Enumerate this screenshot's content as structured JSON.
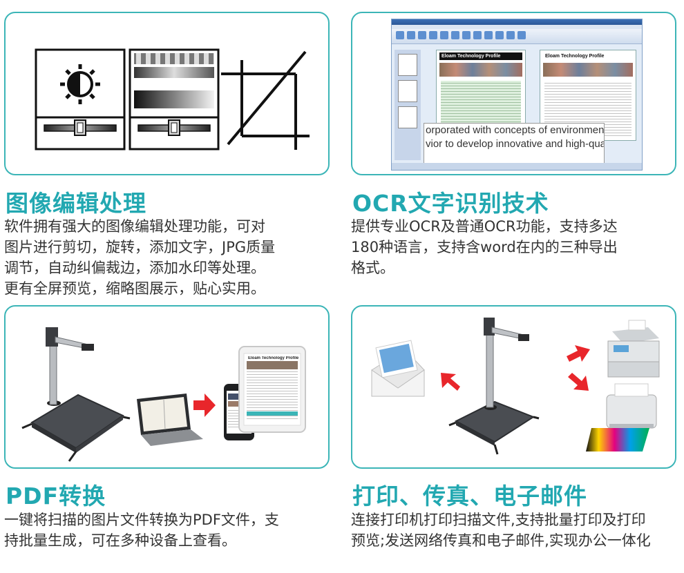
{
  "sections": [
    {
      "title": "图像编辑处理",
      "desc": [
        "软件拥有强大的图像编辑处理功能，可对",
        "图片进行剪切，旋转，添加文字，JPG质量",
        "调节，自动纠偏裁边，添加水印等处理。",
        "更有全屏预览，缩略图展示，贴心实用。"
      ]
    },
    {
      "title": "OCR文字识别技术",
      "desc": [
        "提供专业OCR及普通OCR功能，支持多达",
        "180种语言，支持含word在内的三种导出",
        "格式。"
      ]
    },
    {
      "title": "PDF转换",
      "desc": [
        "一键将扫描的图片文件转换为PDF文件，支",
        "持批量生成，可在多种设备上查看。"
      ]
    },
    {
      "title": "打印、传真、电子邮件",
      "desc": [
        "连接打印机打印扫描文件,支持批量打印及打印",
        "预览;发送网络传真和电子邮件,实现办公一体化"
      ]
    }
  ],
  "ocr_window": {
    "doc_heading": "Eloam Technology Profile",
    "zoom_lines": [
      "orporated with concepts of environmental pr",
      "vior to develop innovative and high-quality p"
    ]
  },
  "tablet_doc_heading": "Eloam Technology Profile",
  "icons": {
    "brightness": "sun-half-icon",
    "gradient": "grayscale-gradient-icon",
    "crop": "crop-icon",
    "arrow": "red-arrow-icon",
    "email": "email-photo-icon",
    "fax": "fax-machine-icon",
    "printer": "printer-icon"
  },
  "colors": {
    "accent": "#22a8b1",
    "border": "#3bb5b7",
    "arrow": "#e8262b"
  }
}
